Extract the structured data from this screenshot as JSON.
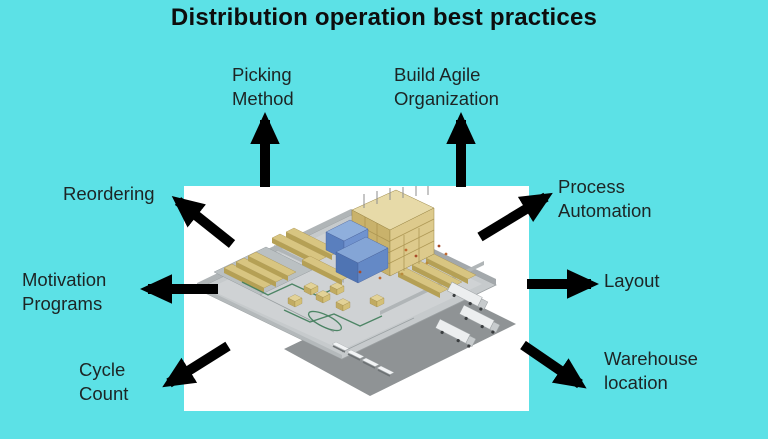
{
  "title": "Distribution operation best practices",
  "colors": {
    "background": "#5ce1e6",
    "panel": "#ffffff",
    "arrow": "#000000",
    "title_text": "#0d0d0d",
    "label_text": "#1d2525",
    "warehouse_palette": {
      "floor_gray": "#c6cacc",
      "apron_gray": "#8f9395",
      "wall_gray": "#b0b5b7",
      "racking_tan": "#d8c581",
      "container_blue": "#6489c6",
      "truck_white": "#f2f4f5",
      "conveyor_green": "#3f7d5a"
    }
  },
  "diagram": {
    "center_image_alt": "3D isometric warehouse distribution center render",
    "nodes": [
      {
        "id": "picking-method",
        "label": "Picking\nMethod",
        "position": "top-left",
        "arrow_direction": "up"
      },
      {
        "id": "build-agile-organization",
        "label": "Build Agile\nOrganization",
        "position": "top-right",
        "arrow_direction": "up"
      },
      {
        "id": "reordering",
        "label": "Reordering",
        "position": "upper-left",
        "arrow_direction": "up-left"
      },
      {
        "id": "process-automation",
        "label": "Process\nAutomation",
        "position": "upper-right",
        "arrow_direction": "up-right"
      },
      {
        "id": "motivation-programs",
        "label": "Motivation\nPrograms",
        "position": "left",
        "arrow_direction": "left"
      },
      {
        "id": "layout",
        "label": "Layout",
        "position": "right",
        "arrow_direction": "right"
      },
      {
        "id": "cycle-count",
        "label": "Cycle\nCount",
        "position": "bottom-left",
        "arrow_direction": "down-left"
      },
      {
        "id": "warehouse-location",
        "label": "Warehouse\nlocation",
        "position": "bottom-right",
        "arrow_direction": "down-right"
      }
    ]
  }
}
